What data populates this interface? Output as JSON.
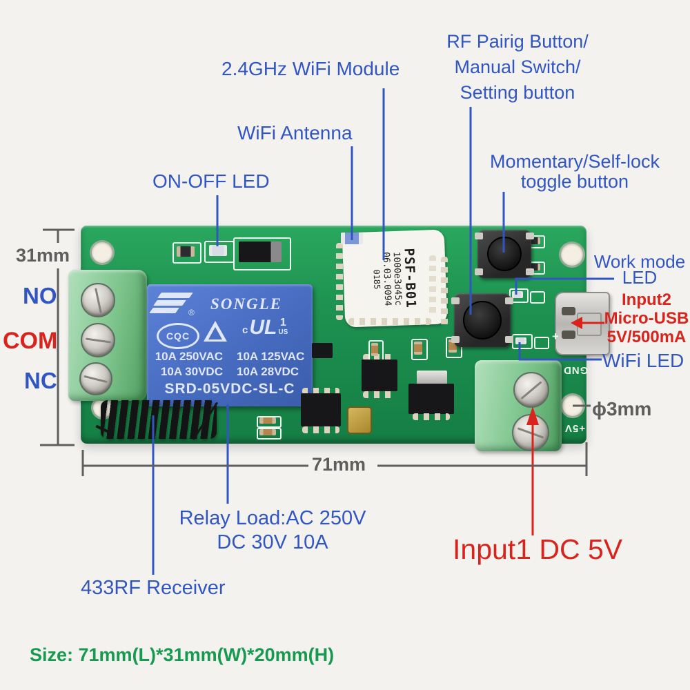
{
  "background": "#f4f2ef",
  "colors": {
    "label_blue": "#3156c2",
    "label_red": "#d9231d",
    "dim_gray": "#5e5e5e",
    "size_green": "#17994f",
    "pcb_green": "#1d9150",
    "relay_blue": "#4a6fc4",
    "terminal_green": "#7cc48c"
  },
  "annotations": {
    "rf_pairing": [
      "RF Pairig Button/",
      "Manual Switch/",
      "Setting button"
    ],
    "wifi_module": "2.4GHz WiFi Module",
    "wifi_antenna": "WiFi Antenna",
    "on_off_led": "ON-OFF LED",
    "momentary": [
      "Momentary/Self-lock",
      "toggle button"
    ],
    "work_mode": [
      "Work mode",
      "LED"
    ],
    "input2": [
      "Input2",
      "Micro-USB",
      "5V/500mA"
    ],
    "wifi_led": "WiFi LED",
    "relay_load": [
      "Relay Load:AC 250V",
      "DC 30V 10A"
    ],
    "rf_receiver": "433RF Receiver",
    "input1": "Input1 DC 5V",
    "dims": {
      "width": "71mm",
      "height": "31mm",
      "hole": "ϕ3mm"
    },
    "terminals": {
      "no": "NO",
      "com": "COM",
      "nc": "NC"
    },
    "size_caption": "Size:  71mm(L)*31mm(W)*20mm(H)"
  },
  "board_text": {
    "relay": {
      "brand": "SONGLE",
      "reg": "®",
      "cqc": "CQC",
      "ul_c": "c",
      "ul": "UL",
      "ul_num": "1",
      "ul_us": "US",
      "ratings": [
        [
          "10A 250VAC",
          "10A 125VAC"
        ],
        [
          "10A 30VDC",
          "10A 28VDC"
        ]
      ],
      "model": "SRD-05VDC-SL-C"
    },
    "module_label": [
      "PSF-B01",
      "1000e3d45c",
      "06.03.0094",
      "0185"
    ],
    "silk": {
      "gnd": "GND",
      "plus5v": "+5V",
      "plus": "+"
    }
  }
}
